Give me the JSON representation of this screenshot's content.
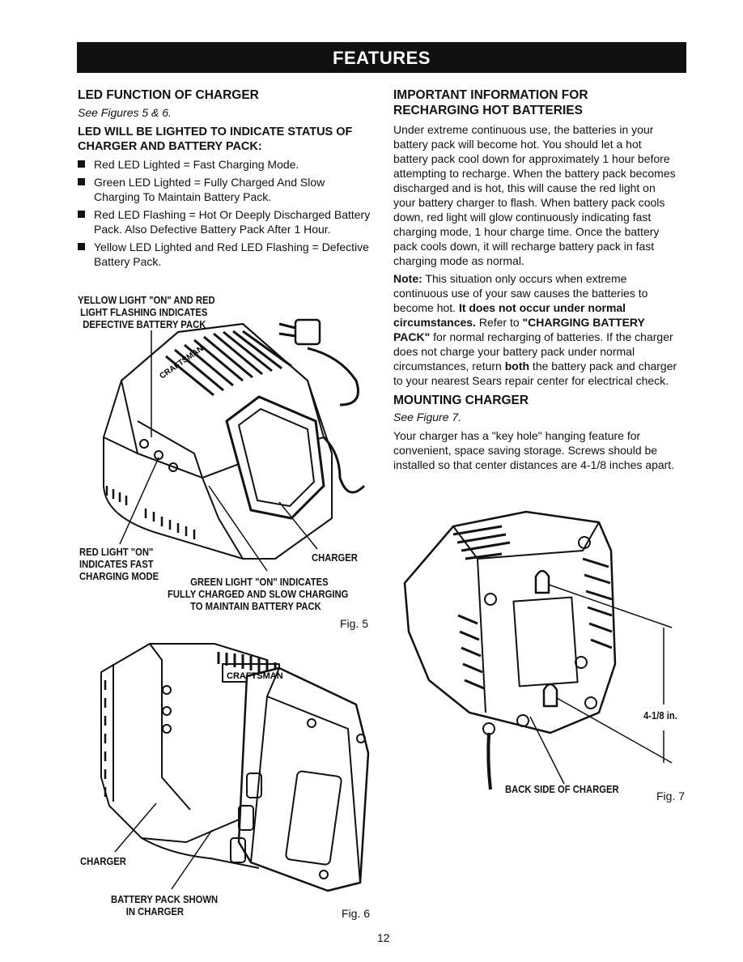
{
  "banner": {
    "title": "FEATURES"
  },
  "left": {
    "heading": "LED FUNCTION OF CHARGER",
    "see": "See Figures 5 & 6.",
    "subheading": "LED WILL BE LIGHTED TO INDICATE STATUS OF CHARGER AND BATTERY PACK:",
    "bullets": [
      "Red LED Lighted = Fast Charging Mode.",
      "Green LED Lighted = Fully Charged And Slow Charging To Maintain Battery Pack.",
      "Red LED Flashing = Hot Or Deeply Discharged Battery Pack. Also Defective Battery Pack After 1 Hour.",
      "Yellow LED Lighted and Red LED Flashing = Defective Battery Pack."
    ]
  },
  "right": {
    "heading": "IMPORTANT INFORMATION FOR RECHARGING HOT BATTERIES",
    "para1": "Under extreme continuous use, the batteries in your battery pack will become hot. You should let a hot battery pack cool down for approximately 1 hour before attempting to recharge. When the battery pack becomes discharged and is hot, this will cause the red light on your battery charger to flash. When battery pack cools down, red light will glow continuously indicating fast charging mode, 1 hour charge time. Once the battery pack cools down, it will recharge battery pack in fast charging mode as normal.",
    "note_label": "Note:",
    "note_a": " This situation only occurs when extreme continuous use of your saw causes the batteries to become hot. ",
    "note_bold1": "It does not occur under normal circumstances.",
    "note_b": " Refer to ",
    "note_bold2": "\"CHARGING BATTERY PACK\"",
    "note_c": " for normal recharging of batteries. If the charger does not charge your battery pack under normal circumstances, return ",
    "note_bold3": "both",
    "note_d": " the battery pack and charger to your nearest Sears repair center for electrical check.",
    "mount_heading": "MOUNTING CHARGER",
    "mount_see": "See Figure 7.",
    "mount_para": "Your charger has a \"key hole\" hanging feature for convenient, space saving storage. Screws should be installed so that center distances are 4-1/8 inches apart."
  },
  "fig5": {
    "label_yellow": "YELLOW LIGHT \"ON\" AND RED\n LIGHT FLASHING INDICATES\n  DEFECTIVE BATTERY PACK",
    "label_red": "RED LIGHT \"ON\"\nINDICATES FAST\nCHARGING MODE",
    "label_charger": "CHARGER",
    "label_green": "         GREEN LIGHT \"ON\" INDICATES\nFULLY CHARGED AND SLOW CHARGING\n         TO MAINTAIN BATTERY PACK",
    "brand": "CRAFTSMAN",
    "fig": "Fig. 5"
  },
  "fig6": {
    "label_charger": "CHARGER",
    "label_battery": "BATTERY PACK SHOWN\n      IN CHARGER",
    "brand": "CRAFTSMAN",
    "fig": "Fig. 6"
  },
  "fig7": {
    "label_dim": "4-1/8 in.",
    "label_back": "BACK SIDE OF CHARGER",
    "fig": "Fig. 7"
  },
  "page_number": "12"
}
